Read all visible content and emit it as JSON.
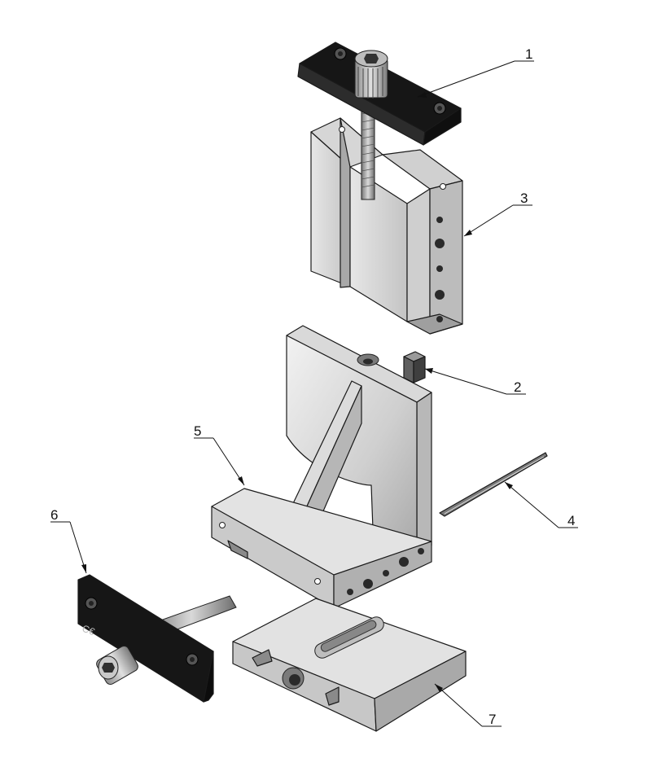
{
  "callouts": [
    {
      "label": "1",
      "part": "top clamp bar with adjusting screw"
    },
    {
      "label": "2",
      "part": "locating key"
    },
    {
      "label": "3",
      "part": "vertical slide block"
    },
    {
      "label": "4",
      "part": "gib strip"
    },
    {
      "label": "5",
      "part": "angle body"
    },
    {
      "label": "6",
      "part": "side clamp bar with adjusting screw"
    },
    {
      "label": "7",
      "part": "base plate"
    }
  ],
  "colors": {
    "metal_light": "#d8d8d8",
    "metal_mid": "#bdbdbd",
    "metal_dark": "#8e8e8e",
    "black_part": "#1c1c1c",
    "line": "#111111"
  }
}
